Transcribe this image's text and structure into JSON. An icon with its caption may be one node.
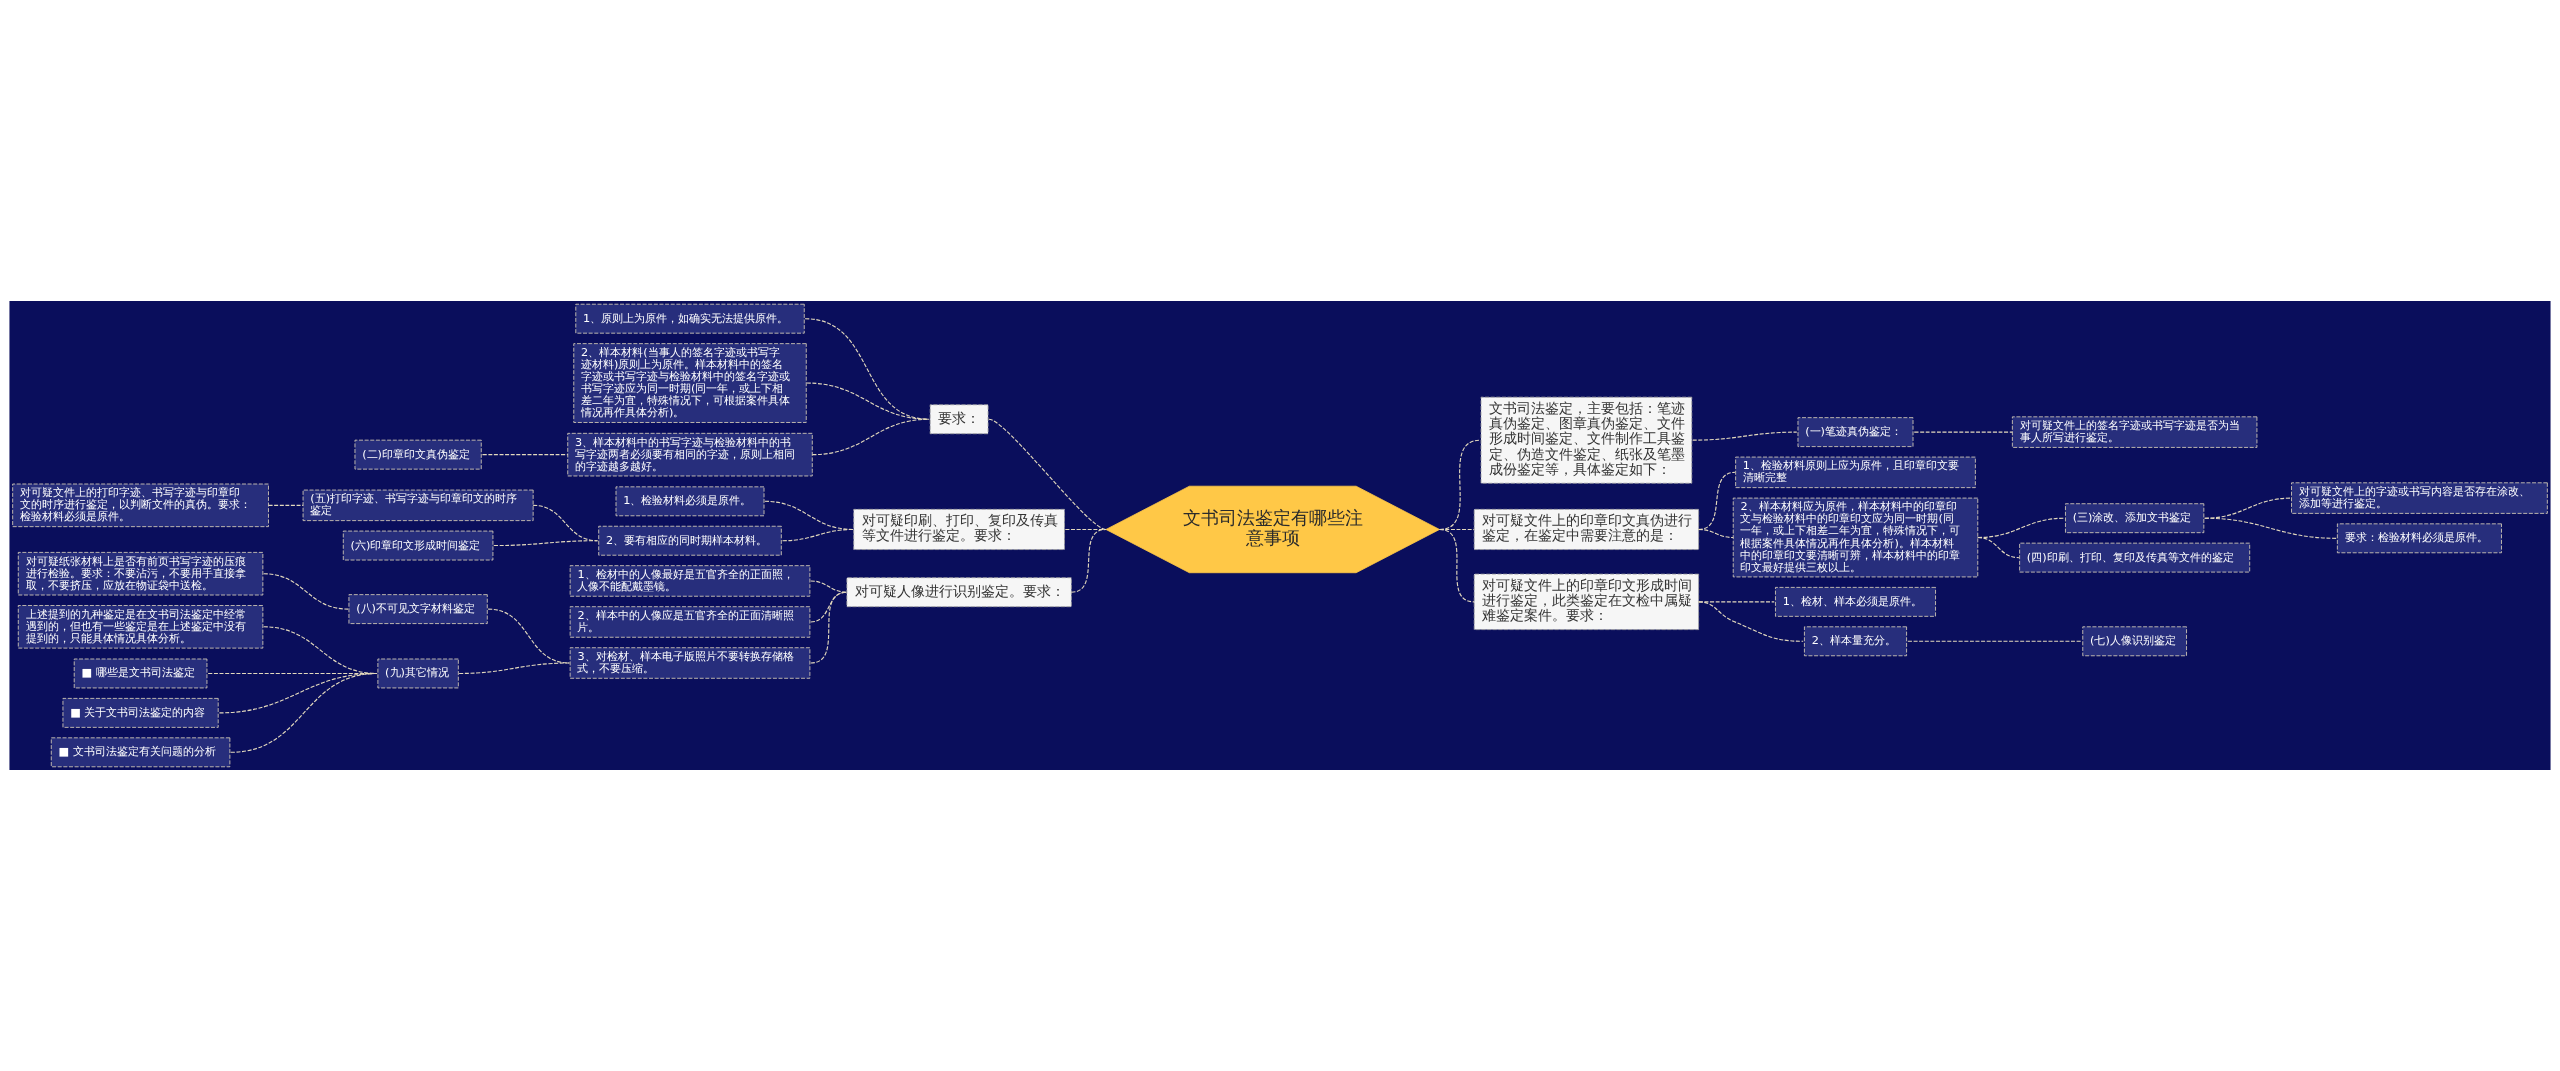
{
  "diagram": {
    "nodes": [
      {
        "text": [
          "文书司法鉴定有哪些注意事项"
        ]
      },
      {
        "text": [
          "要求："
        ]
      },
      {
        "text": [
          "1、原则上为原件，如确实无法提供原件。"
        ]
      },
      {
        "text": [
          "2、样本材料(当事人的签名字迹或书写字迹材料)原则上为原件。样本材料中的签名字迹或书写字迹与检验材料中的签名字迹或书写字迹应为同一时期(同一年，或上下相差二年为宜，特殊情况下，可根据案件具体情况再作具体分析)。"
        ]
      },
      {
        "text": [
          "3、样本材料中的书写字迹与检验材料中的书写字迹两者必须要有相同的字迹，原则上相同的字迹越多越好。"
        ]
      },
      {
        "text": [
          "(二)印章印文真伪鉴定"
        ]
      },
      {
        "text": [
          "对可疑印刷、打印、复印及传真等文件进行鉴定。要求："
        ]
      },
      {
        "text": [
          "1、检验材料必须是原件。"
        ]
      },
      {
        "text": [
          "2、要有相应的同时期样本材料。"
        ]
      },
      {
        "text": [
          "(五)打印字迹、书写字迹与印章印文的时序鉴定"
        ]
      },
      {
        "text": [
          "对可疑文件上的打印字迹、书写字迹与印章印文的时序进行鉴定，以判断文件的真伪。要求：检验材料必须是原件。"
        ]
      },
      {
        "text": [
          "(六)印章印文形成时间鉴定"
        ]
      },
      {
        "text": [
          "对可疑人像进行识别鉴定。要求："
        ]
      },
      {
        "text": [
          "1、检材中的人像最好是五官齐全的正面照，人像不能配戴墨镜。"
        ]
      },
      {
        "text": [
          "2、样本中的人像应是五官齐全的正面清晰照片。"
        ]
      },
      {
        "text": [
          "3、对检材、样本电子版照片不要转换存储格式，不要压缩。"
        ]
      },
      {
        "text": [
          "(八)不可见文字材料鉴定"
        ]
      },
      {
        "text": [
          "对可疑纸张材料上是否有前页书写字迹的压痕进行检验。要求：不要沾污，不要用手直接拿取，不要挤压，应放在物证袋中送检。"
        ]
      },
      {
        "text": [
          "(九)其它情况"
        ]
      },
      {
        "text": [
          "上述提到的九种鉴定是在文书司法鉴定中经常遇到的，但也有一些鉴定是在上述鉴定中没有提到的，只能具体情况具体分析。"
        ]
      },
      {
        "text": [
          "■ 哪些是文书司法鉴定"
        ]
      },
      {
        "text": [
          "■ 关于文书司法鉴定的内容"
        ]
      },
      {
        "text": [
          "■ 文书司法鉴定有关问题的分析"
        ]
      },
      {
        "text": [
          "文书司法鉴定，主要包括：笔迹真伪鉴定、图章真伪鉴定、文件形成时间鉴定、文件制作工具鉴定、伪造文件鉴定、纸张及笔墨成份鉴定等，具体鉴定如下："
        ]
      },
      {
        "text": [
          "(一)笔迹真伪鉴定："
        ]
      },
      {
        "text": [
          "对可疑文件上的签名字迹或书写字迹是否为当事人所写进行鉴定。"
        ]
      },
      {
        "text": [
          "对可疑文件上的印章印文真伪进行鉴定，在鉴定中需要注意的是："
        ]
      },
      {
        "text": [
          "1、检验材料原则上应为原件，且印章印文要清晰完整"
        ]
      },
      {
        "text": [
          "2、样本材料应为原件，样本材料中的印章印文与检验材料中的印章印文应为同一时期(同一年，或上下相差二年为宜，特殊情况下，可根据案件具体情况再作具体分析)。样本材料中的印章印文要清晰可辨，样本材料中的印章印文最好提供三枚以上。"
        ]
      },
      {
        "text": [
          "(三)涂改、添加文书鉴定"
        ]
      },
      {
        "text": [
          "对可疑文件上的字迹或书写内容是否存在涂改、添加等进行鉴定。"
        ]
      },
      {
        "text": [
          "要求：检验材料必须是原件。"
        ]
      },
      {
        "text": [
          "(四)印刷、打印、复印及传真等文件的鉴定"
        ]
      },
      {
        "text": [
          "对可疑文件上的印章印文形成时间进行鉴定，此类鉴定在文检中属疑难鉴定案件。要求："
        ]
      },
      {
        "text": [
          "1、检材、样本必须是原件。"
        ]
      },
      {
        "text": [
          "2、样本量充分。"
        ]
      },
      {
        "text": [
          "(七)人像识别鉴定"
        ]
      }
    ],
    "edges": [
      {
        "from": 0,
        "to": 1,
        "arrow": "none",
        "style": "dashed"
      },
      {
        "from": 1,
        "to": 2,
        "arrow": "none",
        "style": "dashed"
      },
      {
        "from": 1,
        "to": 3,
        "arrow": "none",
        "style": "dashed"
      },
      {
        "from": 1,
        "to": 4,
        "arrow": "none",
        "style": "dashed"
      },
      {
        "from": 4,
        "to": 5,
        "arrow": "none",
        "style": "dashed"
      },
      {
        "from": 0,
        "to": 6,
        "arrow": "none",
        "style": "dashed"
      },
      {
        "from": 6,
        "to": 7,
        "arrow": "none",
        "style": "dashed"
      },
      {
        "from": 6,
        "to": 8,
        "arrow": "none",
        "style": "dashed"
      },
      {
        "from": 8,
        "to": 9,
        "arrow": "none",
        "style": "dashed"
      },
      {
        "from": 9,
        "to": 10,
        "arrow": "none",
        "style": "dashed"
      },
      {
        "from": 8,
        "to": 11,
        "arrow": "none",
        "style": "dashed"
      },
      {
        "from": 0,
        "to": 12,
        "arrow": "none",
        "style": "dashed"
      },
      {
        "from": 12,
        "to": 13,
        "arrow": "none",
        "style": "dashed"
      },
      {
        "from": 12,
        "to": 14,
        "arrow": "none",
        "style": "dashed"
      },
      {
        "from": 12,
        "to": 15,
        "arrow": "none",
        "style": "dashed"
      },
      {
        "from": 15,
        "to": 16,
        "arrow": "none",
        "style": "dashed"
      },
      {
        "from": 16,
        "to": 17,
        "arrow": "none",
        "style": "dashed"
      },
      {
        "from": 15,
        "to": 18,
        "arrow": "none",
        "style": "dashed"
      },
      {
        "from": 18,
        "to": 19,
        "arrow": "none",
        "style": "dashed"
      },
      {
        "from": 18,
        "to": 20,
        "arrow": "none",
        "style": "dashed"
      },
      {
        "from": 18,
        "to": 21,
        "arrow": "none",
        "style": "dashed"
      },
      {
        "from": 18,
        "to": 22,
        "arrow": "none",
        "style": "dashed"
      },
      {
        "from": 0,
        "to": 23,
        "arrow": "none",
        "style": "dashed"
      },
      {
        "from": 23,
        "to": 24,
        "arrow": "none",
        "style": "dashed"
      },
      {
        "from": 24,
        "to": 25,
        "arrow": "none",
        "style": "dashed"
      },
      {
        "from": 0,
        "to": 26,
        "arrow": "none",
        "style": "dashed"
      },
      {
        "from": 26,
        "to": 27,
        "arrow": "none",
        "style": "dashed"
      },
      {
        "from": 26,
        "to": 28,
        "arrow": "none",
        "style": "dashed"
      },
      {
        "from": 28,
        "to": 29,
        "arrow": "none",
        "style": "dashed"
      },
      {
        "from": 29,
        "to": 30,
        "arrow": "none",
        "style": "dashed"
      },
      {
        "from": 29,
        "to": 31,
        "arrow": "none",
        "style": "dashed"
      },
      {
        "from": 28,
        "to": 32,
        "arrow": "none",
        "style": "dashed"
      },
      {
        "from": 0,
        "to": 33,
        "arrow": "none",
        "style": "dashed"
      },
      {
        "from": 33,
        "to": 34,
        "arrow": "none",
        "style": "dashed"
      },
      {
        "from": 33,
        "to": 35,
        "arrow": "none",
        "style": "dashed"
      },
      {
        "from": 35,
        "to": 36,
        "arrow": "none",
        "style": "dashed"
      }
    ]
  }
}
